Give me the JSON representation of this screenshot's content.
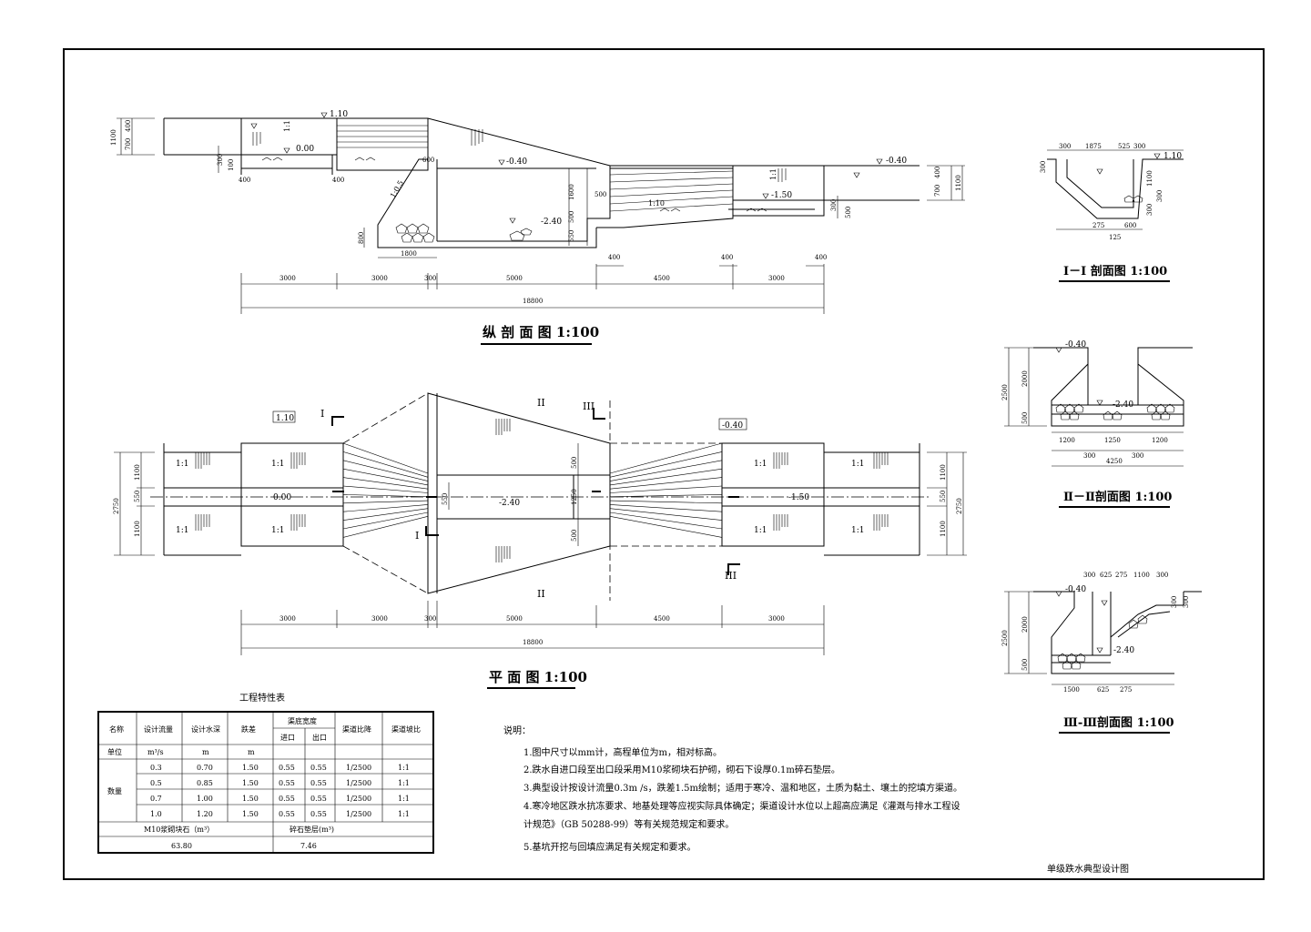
{
  "drawing_title": "单级跌水典型设计图",
  "longitudinal": {
    "title": "纵 剖 面 图 1:100",
    "elevations": [
      "1.10",
      "0.00",
      "-0.40",
      "-0.40",
      "-1.50",
      "-2.40"
    ],
    "slope_labels": [
      "1:1",
      "1:0.5",
      "1:10",
      "1:1"
    ],
    "dims_left": [
      "1100",
      "400",
      "700"
    ],
    "dims_right": [
      "400",
      "700",
      "1100"
    ],
    "dims_small": [
      "300",
      "100",
      "400",
      "400",
      "600",
      "1600",
      "500",
      "500",
      "550",
      "800",
      "1800",
      "300",
      "500",
      "400",
      "400",
      "400"
    ],
    "chain": [
      "3000",
      "3000",
      "300",
      "5000",
      "4500",
      "3000"
    ],
    "total": "18800"
  },
  "plan": {
    "title": "平 面 图 1:100",
    "elevations": [
      "1.10",
      "0.00",
      "-2.40",
      "-1.50",
      "-0.40"
    ],
    "slope_labels": [
      "1:1",
      "1:1",
      "1:1",
      "1:1",
      "1:1",
      "1:1",
      "1:1",
      "1:1"
    ],
    "section_marks": [
      "I",
      "I",
      "II",
      "II",
      "III",
      "III"
    ],
    "dims_left": [
      "2750",
      "1100",
      "550",
      "1100"
    ],
    "dims_right": [
      "1100",
      "550",
      "1100",
      "2750"
    ],
    "dims_center": [
      "500",
      "1250",
      "500",
      "550"
    ],
    "chain": [
      "3000",
      "3000",
      "300",
      "5000",
      "4500",
      "3000"
    ],
    "total": "18800"
  },
  "section1": {
    "title": "I－I 剖面图 1:100",
    "elevation": "1.10",
    "dims_top": [
      "300",
      "1875",
      "525",
      "300"
    ],
    "dims_side": [
      "300",
      "1100",
      "300",
      "300"
    ],
    "dims_bottom": [
      "275",
      "600",
      "125"
    ]
  },
  "section2": {
    "title": "Ⅱ－Ⅱ剖面图 1:100",
    "elevations": [
      "-0.40",
      "-2.40"
    ],
    "dims_side": [
      "2500",
      "2000",
      "500"
    ],
    "dims_bottom": [
      "1200",
      "1250",
      "1200",
      "300",
      "300"
    ],
    "total": "4250"
  },
  "section3": {
    "title": "Ⅲ-Ⅲ剖面图 1:100",
    "elevations": [
      "-0.40",
      "-2.40"
    ],
    "dims_top": [
      "300",
      "625",
      "275",
      "1100",
      "300"
    ],
    "dims_side": [
      "2500",
      "2000",
      "500",
      "300",
      "300"
    ],
    "dims_bottom": [
      "1500",
      "625",
      "275"
    ]
  },
  "table": {
    "title": "工程特性表",
    "headers": [
      "名称",
      "设计流量",
      "设计水深",
      "跌差",
      "渠底宽度",
      "渠道比降",
      "渠道坡比"
    ],
    "subheaders": [
      "进口",
      "出口"
    ],
    "units": [
      "单位",
      "m³/s",
      "m",
      "m",
      "",
      "",
      "",
      ""
    ],
    "group_label": "数量",
    "rows": [
      [
        "0.3",
        "0.70",
        "1.50",
        "0.55",
        "0.55",
        "1/2500",
        "1:1"
      ],
      [
        "0.5",
        "0.85",
        "1.50",
        "0.55",
        "0.55",
        "1/2500",
        "1:1"
      ],
      [
        "0.7",
        "1.00",
        "1.50",
        "0.55",
        "0.55",
        "1/2500",
        "1:1"
      ],
      [
        "1.0",
        "1.20",
        "1.50",
        "0.55",
        "0.55",
        "1/2500",
        "1:1"
      ]
    ],
    "materials": [
      {
        "name": "M10浆砌块石（m³）",
        "value": "63.80"
      },
      {
        "name": "碎石垫层(m³)",
        "value": "7.46"
      }
    ]
  },
  "notes": {
    "heading": "说明：",
    "items": [
      "1.图中尺寸以mm计，高程单位为m，相对标高。",
      "2.跌水自进口段至出口段采用M10浆砌块石护砌，砌石下设厚0.1m碎石垫层。",
      "3.典型设计按设计流量0.3m /s，跌差1.5m绘制；适用于寒冷、温和地区，土质为黏土、壤土的挖填方渠道。",
      "4.寒冷地区跌水抗冻要求、地基处理等应视实际具体确定；渠道设计水位以上超高应满足《灌溉与排水工程设",
      "  计规范》（GB 50288-99）等有关规范规定和要求。",
      "5.基坑开挖与回填应满足有关规定和要求。"
    ]
  }
}
